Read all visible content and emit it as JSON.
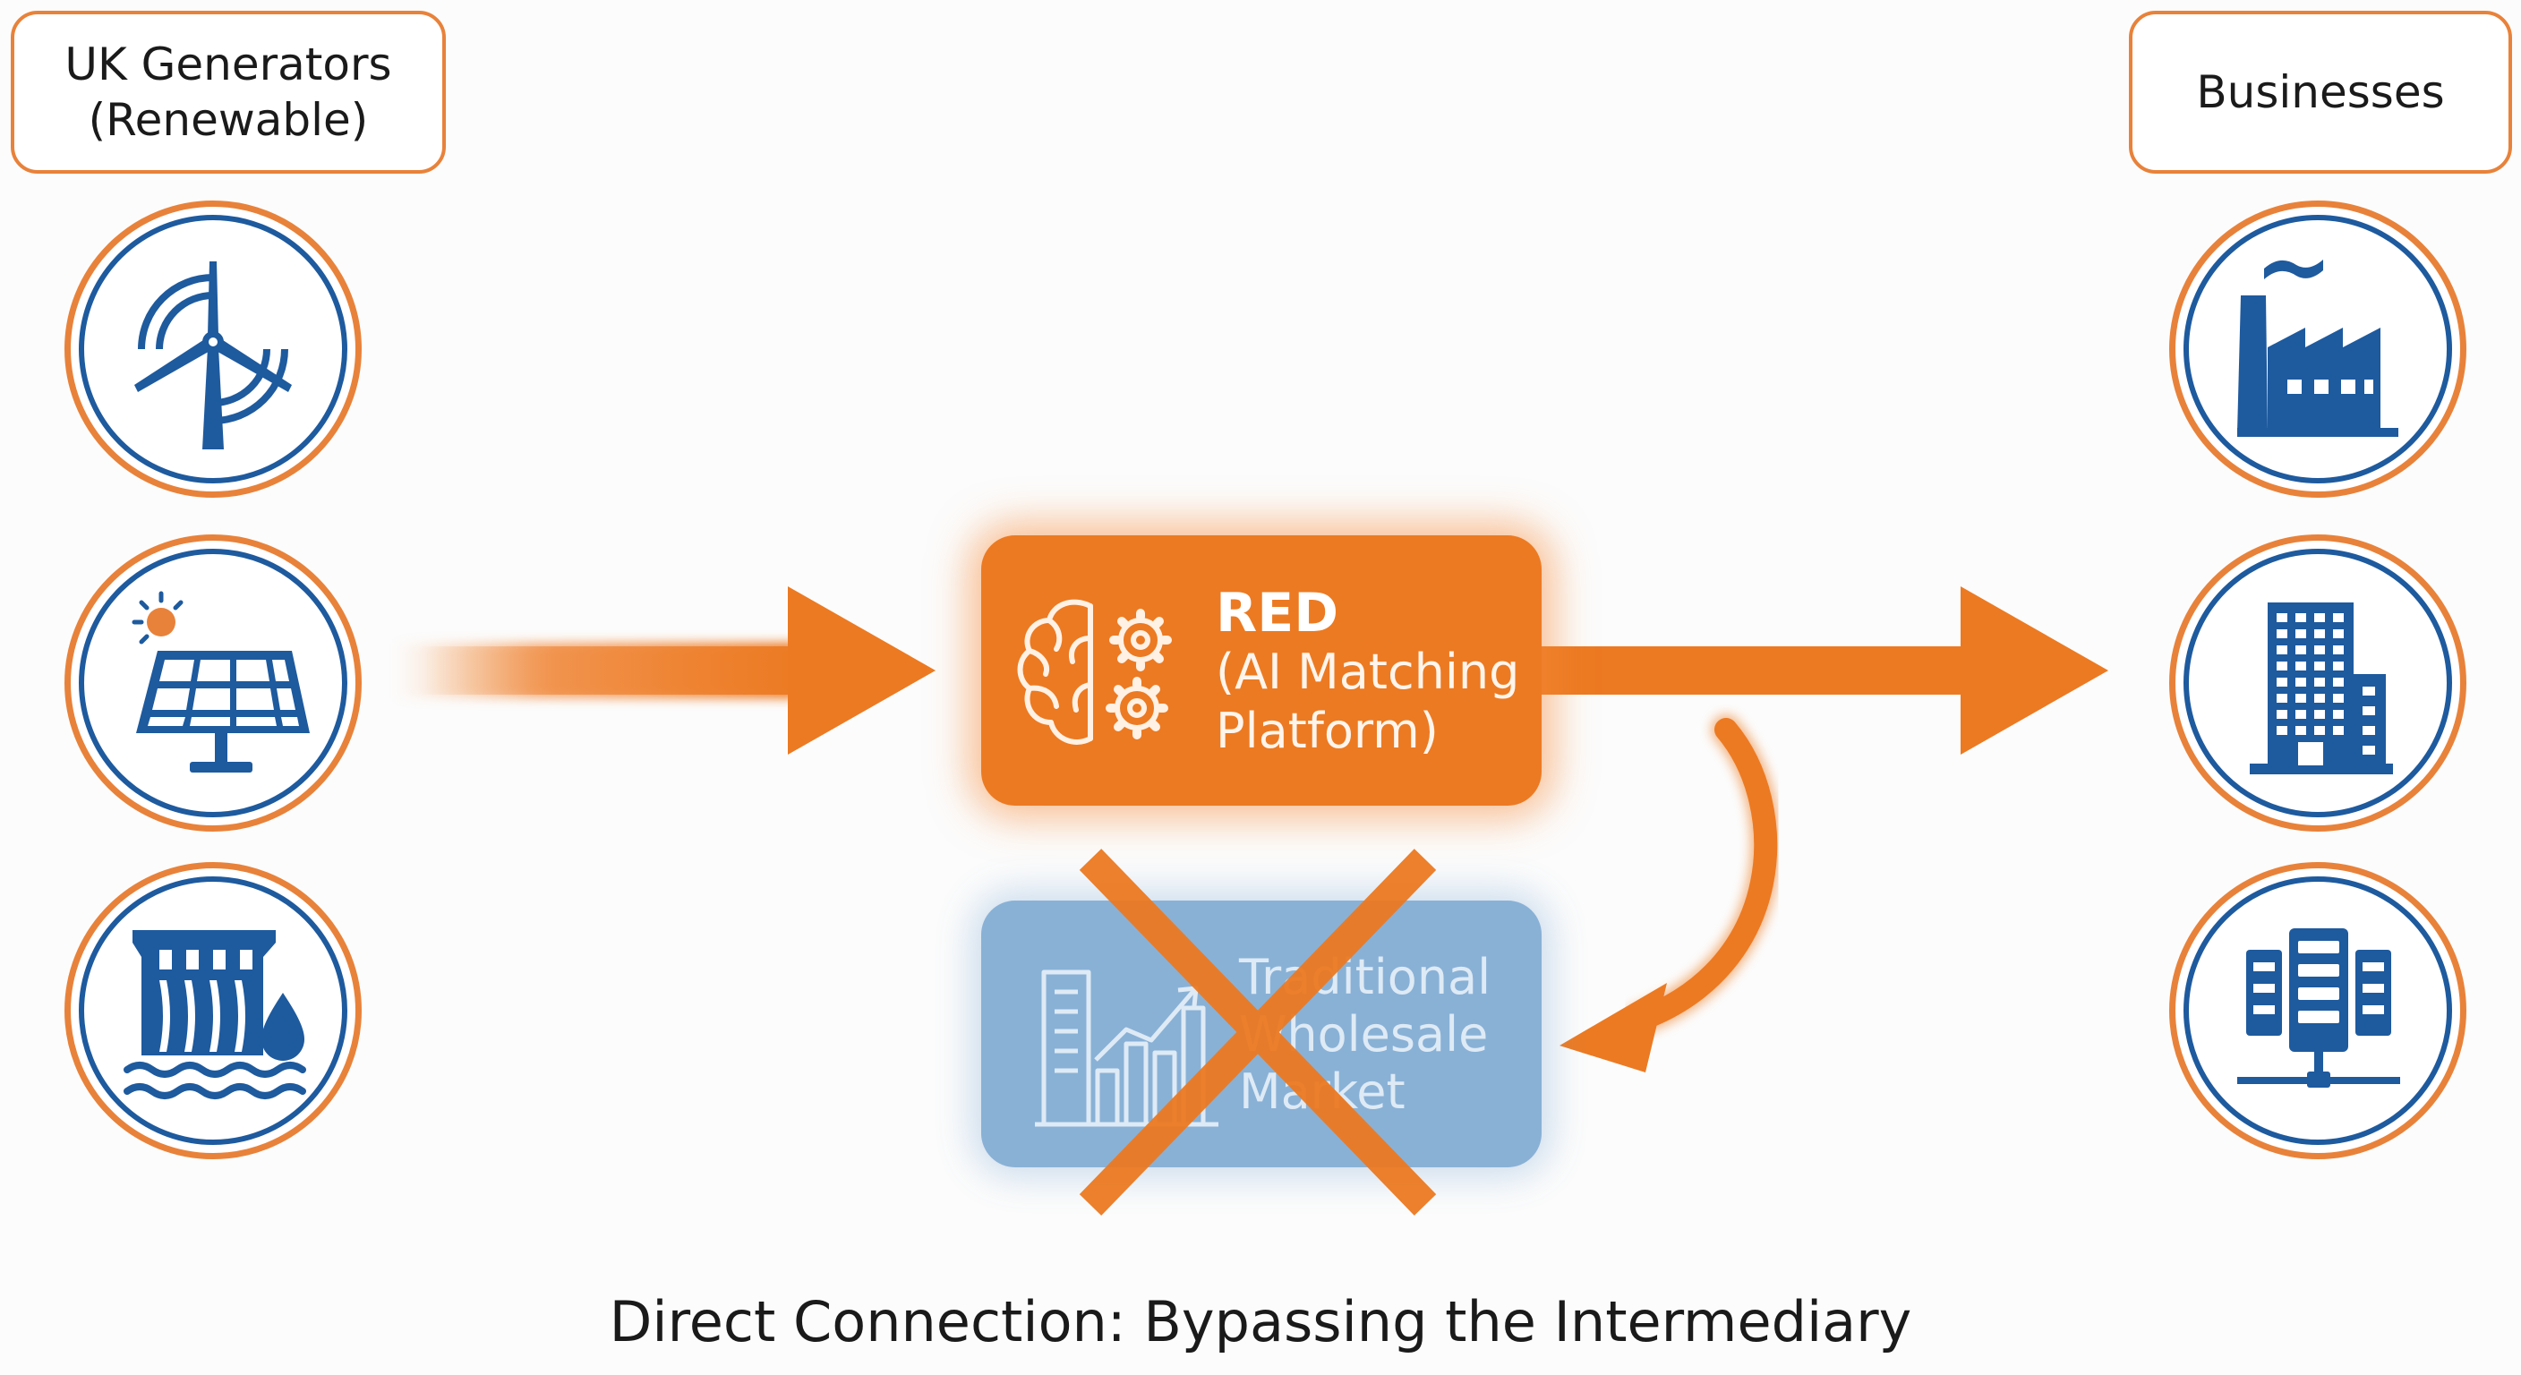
{
  "generators": {
    "label_line1": "UK Generators",
    "label_line2": "(Renewable)",
    "icons": [
      "wind-turbine-icon",
      "solar-panel-icon",
      "hydro-dam-icon"
    ]
  },
  "businesses": {
    "label": "Businesses",
    "icons": [
      "factory-icon",
      "office-building-icon",
      "server-rack-icon"
    ]
  },
  "platform": {
    "title": "RED",
    "line2": "(AI Matching",
    "line3": "Platform)",
    "icons": [
      "brain-icon",
      "gears-icon"
    ]
  },
  "bypassed": {
    "line1": "Traditional",
    "line2": "Wholesale",
    "line3": "Market",
    "icons": [
      "city-chart-icon",
      "cross-out-icon"
    ]
  },
  "caption": "Direct Connection: Bypassing the Intermediary",
  "colors": {
    "orange": "#ec7a22",
    "blue": "#1e5a9e",
    "faded_blue": "#6a9ccc"
  }
}
